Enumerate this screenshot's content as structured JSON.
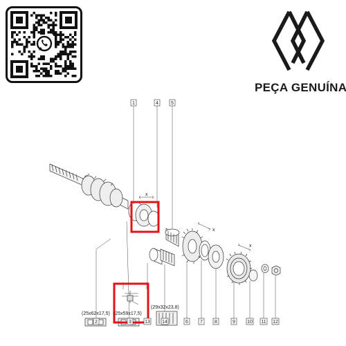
{
  "brand": {
    "tagline": "PEÇA GENUÍNA",
    "logo": "renault-diamond-logo",
    "colors": {
      "ink": "#1a1a1a",
      "highlight": "#e0121a"
    }
  },
  "qr": {
    "icon": "whatsapp-icon"
  },
  "diagram": {
    "part_numbers": [
      "1",
      "4",
      "5",
      "2",
      "3",
      "13",
      "14",
      "6",
      "7",
      "8",
      "9",
      "10",
      "11",
      "12"
    ],
    "dimensions": [
      "(25x62x17,5)",
      "(25x59x17,5)",
      "(29x32x23,8)"
    ],
    "marker": "x"
  }
}
